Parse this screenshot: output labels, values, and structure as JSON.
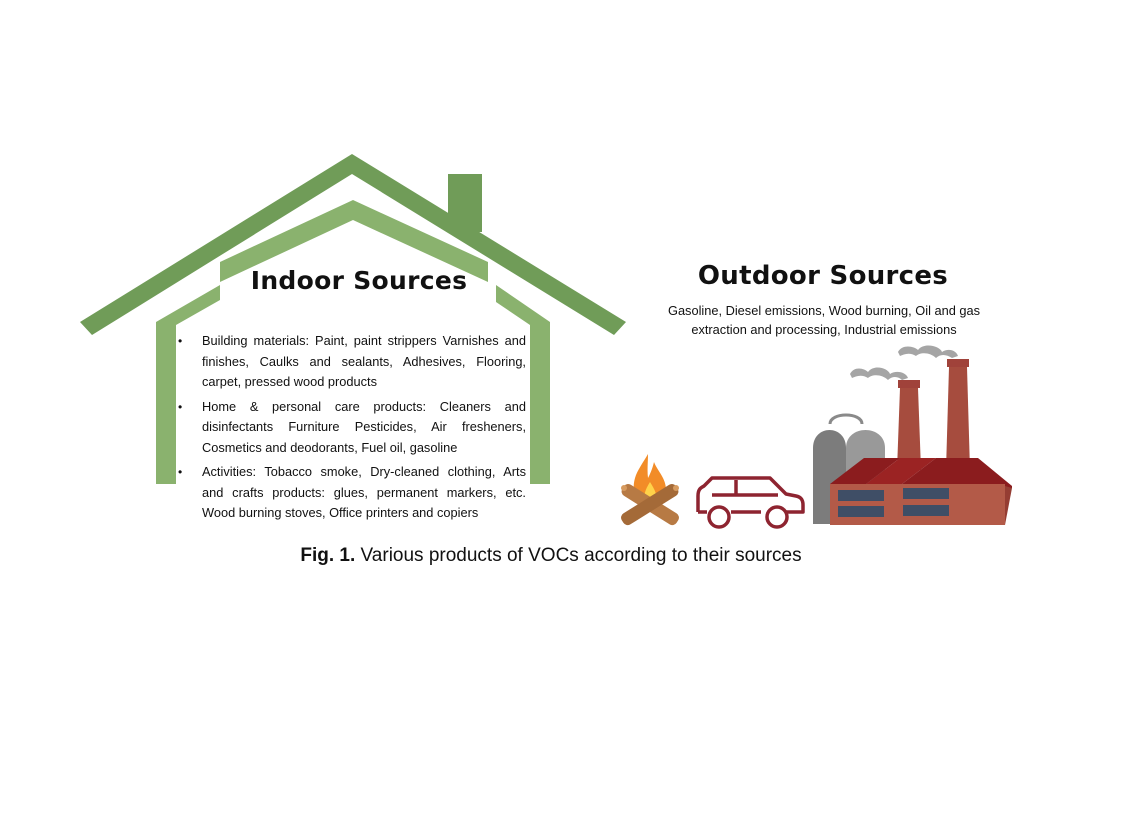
{
  "colors": {
    "house_green": "#709c58",
    "house_inner_green": "#8ab26e",
    "fire_orange": "#f28c28",
    "fire_yellow": "#ffd24a",
    "log_brown": "#b77a44",
    "car_red": "#8e2430",
    "factory_brick": "#b35a48",
    "roof_red": "#8b1c1e",
    "tank_gray": "#8a8a8a",
    "smoke_gray": "#a5a5a5"
  },
  "icons": [
    "house-outline-icon",
    "chimney-icon",
    "campfire-icon",
    "car-icon",
    "factory-icon",
    "smoke-icon",
    "storage-tank-icon"
  ],
  "indoor": {
    "title": "Indoor Sources",
    "items": [
      {
        "bullet": "•",
        "text": "Building materials: Paint, paint strippers Varnishes and finishes, Caulks and sealants, Adhesives, Flooring, carpet, pressed wood products"
      },
      {
        "bullet": "•",
        "text": "Home & personal care products: Cleaners and disinfectants Furniture Pesticides, Air fresheners, Cosmetics and deodorants, Fuel oil, gasoline"
      },
      {
        "bullet": "•",
        "text": "Activities: Tobacco smoke, Dry-cleaned clothing, Arts and crafts products: glues, permanent markers, etc. Wood burning stoves, Office printers and copiers"
      }
    ]
  },
  "outdoor": {
    "title": "Outdoor Sources",
    "text": "Gasoline, Diesel emissions, Wood burning, Oil and gas extraction and processing, Industrial emissions"
  },
  "caption": {
    "label": "Fig. 1.",
    "text": " Various products of VOCs according to their sources"
  }
}
